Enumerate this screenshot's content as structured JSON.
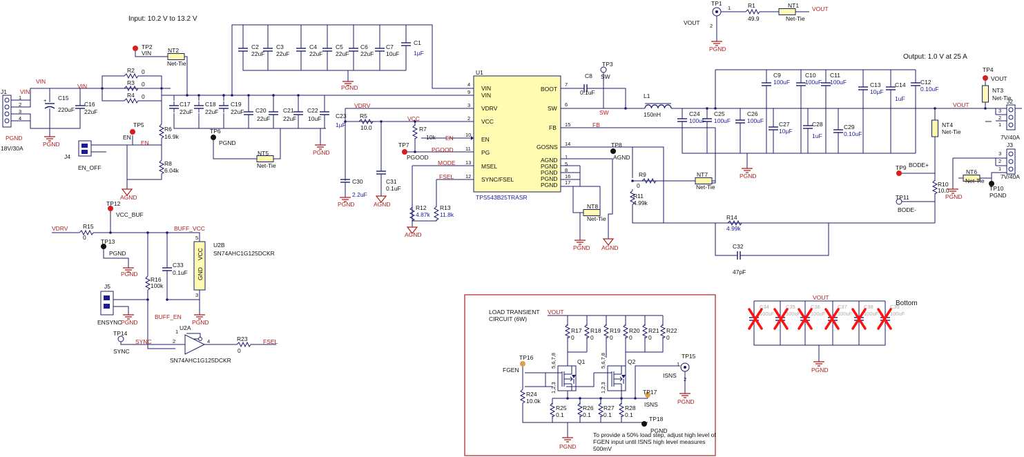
{
  "header": {
    "input_note": "Input:  10.2 V to 13.2 V",
    "output_note": "Output: 1.0 V at 25 A",
    "bottom_label": "Bottom"
  },
  "ic": {
    "ref": "U1",
    "part": "TPS543B25TRASR",
    "left_pins": [
      {
        "num": "4",
        "name": "VIN"
      },
      {
        "num": "9",
        "name": "VIN"
      },
      {
        "num": "3",
        "name": "VDRV"
      },
      {
        "num": "2",
        "name": "VCC"
      },
      {
        "num": "10",
        "name": "EN"
      },
      {
        "num": "11",
        "name": "PG"
      },
      {
        "num": "13",
        "name": "MSEL"
      },
      {
        "num": "12",
        "name": "SYNC/FSEL"
      }
    ],
    "right_pins": [
      {
        "num": "7",
        "name": "BOOT"
      },
      {
        "num": "6",
        "name": "SW"
      },
      {
        "num": "15",
        "name": "FB"
      },
      {
        "num": "14",
        "name": "GOSNS"
      },
      {
        "num": "1",
        "name": "AGND"
      },
      {
        "num": "5",
        "name": "PGND"
      },
      {
        "num": "8",
        "name": "PGND"
      },
      {
        "num": "16",
        "name": "PGND"
      },
      {
        "num": "17",
        "name": "PGND"
      }
    ]
  },
  "nets": {
    "vin": "VIN",
    "vdrv": "VDRV",
    "vcc": "VCC",
    "en": "EN",
    "pgood": "PGOOD",
    "mode": "MODE",
    "fsel": "FSEL",
    "sw": "SW",
    "fb": "FB",
    "vout": "VOUT",
    "buff_vcc": "BUFF_VCC",
    "buff_en": "BUFF_EN",
    "sync": "SYNC",
    "pgnd": "PGND",
    "agnd": "AGND"
  },
  "connectors": {
    "j1": {
      "ref": "J1",
      "net": "VIN",
      "pins": [
        "1",
        "2",
        "3",
        "4"
      ],
      "gnd": "PGND",
      "rating": "18V/30A"
    },
    "j2": {
      "ref": "J2",
      "pins": [
        "3",
        "2",
        "1"
      ],
      "rating": "7V/40A"
    },
    "j3": {
      "ref": "J3",
      "pins": [
        "3",
        "2",
        "1"
      ],
      "rating": "7V/40A"
    },
    "j4": {
      "ref": "J4",
      "label": "EN_OFF"
    },
    "j5": {
      "ref": "J5",
      "label": "ENSYNC"
    }
  },
  "test_points": {
    "tp1": {
      "ref": "TP1",
      "label": "VOUT"
    },
    "tp2": {
      "ref": "TP2",
      "label": "VIN"
    },
    "tp3": {
      "ref": "TP3",
      "label": "SW"
    },
    "tp4": {
      "ref": "TP4",
      "label": "VOUT"
    },
    "tp5": {
      "ref": "TP5",
      "label": "EN"
    },
    "tp6": {
      "ref": "TP6",
      "label": "PGND"
    },
    "tp7": {
      "ref": "TP7",
      "label": "PGOOD"
    },
    "tp8": {
      "ref": "TP8",
      "label": "AGND"
    },
    "tp9": {
      "ref": "TP9",
      "label": "BODE+"
    },
    "tp10": {
      "ref": "TP10",
      "label": "PGND"
    },
    "tp11": {
      "ref": "TP11",
      "label": "BODE-"
    },
    "tp12": {
      "ref": "TP12",
      "label": "VCC_BUF"
    },
    "tp13": {
      "ref": "TP13",
      "label": "PGND"
    },
    "tp14": {
      "ref": "TP14",
      "label": "SYNC"
    },
    "tp15": {
      "ref": "TP15",
      "label": "ISNS"
    },
    "tp16": {
      "ref": "TP16",
      "label": "FGEN"
    },
    "tp17": {
      "ref": "TP17",
      "label": "ISNS"
    },
    "tp18": {
      "ref": "TP18",
      "label": "PGND"
    }
  },
  "net_ties": {
    "nt1": "NT1",
    "nt2": "NT2",
    "nt3": "NT3",
    "nt4": "NT4",
    "nt5": "NT5",
    "nt6": "NT6",
    "nt7": "NT7",
    "nt8": "NT8",
    "label": "Net-Tie"
  },
  "resistors": {
    "r1": {
      "ref": "R1",
      "val": "49.9"
    },
    "r2": {
      "ref": "R2",
      "val": "0"
    },
    "r3": {
      "ref": "R3",
      "val": "0"
    },
    "r4": {
      "ref": "R4",
      "val": "0"
    },
    "r5": {
      "ref": "R5",
      "val": "10.0"
    },
    "r6": {
      "ref": "R6",
      "val": "16.9k"
    },
    "r7": {
      "ref": "R7",
      "val": "10k"
    },
    "r8": {
      "ref": "R8",
      "val": "6.04k"
    },
    "r9": {
      "ref": "R9",
      "val": "0"
    },
    "r10": {
      "ref": "R10",
      "val": "10.0"
    },
    "r11": {
      "ref": "R11",
      "val": "4.99k"
    },
    "r12": {
      "ref": "R12",
      "val": "4.87k"
    },
    "r13": {
      "ref": "R13",
      "val": "11.8k"
    },
    "r14": {
      "ref": "R14",
      "val": "4.99k"
    },
    "r15": {
      "ref": "R15",
      "val": "0"
    },
    "r16": {
      "ref": "R16",
      "val": "100k"
    },
    "r23": {
      "ref": "R23",
      "val": "0"
    },
    "r24": {
      "ref": "R24",
      "val": "10.0k"
    }
  },
  "capacitors": {
    "c1": {
      "ref": "C1",
      "val": "1µF"
    },
    "c2": {
      "ref": "C2",
      "val": "22uF"
    },
    "c3": {
      "ref": "C3",
      "val": "22uF"
    },
    "c4": {
      "ref": "C4",
      "val": "22uF"
    },
    "c5": {
      "ref": "C5",
      "val": "22uF"
    },
    "c6": {
      "ref": "C6",
      "val": "22uF"
    },
    "c7": {
      "ref": "C7",
      "val": "10uF"
    },
    "c8": {
      "ref": "C8",
      "val": "0.1uF"
    },
    "c9": {
      "ref": "C9",
      "val": "100uF"
    },
    "c10": {
      "ref": "C10",
      "val": "100uF"
    },
    "c11": {
      "ref": "C11",
      "val": "100uF"
    },
    "c12": {
      "ref": "C12",
      "val": "0.10uF"
    },
    "c13": {
      "ref": "C13",
      "val": "10µF"
    },
    "c14": {
      "ref": "C14",
      "val": "1uF"
    },
    "c15": {
      "ref": "C15",
      "val": "220uF"
    },
    "c16": {
      "ref": "C16",
      "val": "22uF"
    },
    "c17": {
      "ref": "C17",
      "val": "22uF"
    },
    "c18": {
      "ref": "C18",
      "val": "22uF"
    },
    "c19": {
      "ref": "C19",
      "val": "22uF"
    },
    "c20": {
      "ref": "C20",
      "val": "22uF"
    },
    "c21": {
      "ref": "C21",
      "val": "22uF"
    },
    "c22": {
      "ref": "C22",
      "val": "10uF"
    },
    "c23": {
      "ref": "C23",
      "val": "1µF"
    },
    "c24": {
      "ref": "C24",
      "val": "100uF"
    },
    "c25": {
      "ref": "C25",
      "val": "100uF"
    },
    "c26": {
      "ref": "C26",
      "val": "100uF"
    },
    "c27": {
      "ref": "C27",
      "val": "10µF"
    },
    "c28": {
      "ref": "C28",
      "val": "1uF"
    },
    "c29": {
      "ref": "C29",
      "val": "0.10uF"
    },
    "c30": {
      "ref": "C30",
      "val": "2.2uF"
    },
    "c31": {
      "ref": "C31",
      "val": "0.1uF"
    },
    "c32": {
      "ref": "C32",
      "val": "47pF"
    },
    "c33": {
      "ref": "C33",
      "val": "0.1uF"
    }
  },
  "inductor": {
    "ref": "L1",
    "val": "150nH"
  },
  "buffer": {
    "u2b_ref": "U2B",
    "u2b_part": "SN74AHC1G125DCKR",
    "u2a_ref": "U2A",
    "u2a_part": "SN74AHC1G125DCKR",
    "vcc_label": "VCC",
    "gnd_label": "GND",
    "pin_vcc": "5",
    "pin_gnd": "3",
    "pin_oe": "1",
    "pin_in": "2",
    "pin_out": "4"
  },
  "load_transient": {
    "title_line1": "LOAD TRANSIENT",
    "title_line2": "CIRCUIT (6W)",
    "vout": "VOUT",
    "top_resistors": [
      {
        "ref": "R17",
        "val": "0"
      },
      {
        "ref": "R18",
        "val": "0"
      },
      {
        "ref": "R19",
        "val": "0"
      },
      {
        "ref": "R20",
        "val": "0"
      },
      {
        "ref": "R21",
        "val": "0"
      },
      {
        "ref": "R22",
        "val": "0"
      }
    ],
    "bottom_resistors": [
      {
        "ref": "R25",
        "val": "0.1"
      },
      {
        "ref": "R26",
        "val": "0.1"
      },
      {
        "ref": "R27",
        "val": "0.1"
      },
      {
        "ref": "R28",
        "val": "0.1"
      }
    ],
    "q1": "Q1",
    "q2": "Q2",
    "fet_pins": "5,6,7,8",
    "fet_pins_src": "1,2,3",
    "note_line1": "To provide a 50% load step, adjust high level of",
    "note_line2": "FGEN input until ISNS high level measures",
    "note_line3": "500mV"
  },
  "unpopulated_caps": [
    {
      "ref": "C34",
      "val": "100uF"
    },
    {
      "ref": "C35",
      "val": "100uF"
    },
    {
      "ref": "C36",
      "val": "100uF"
    },
    {
      "ref": "C37",
      "val": "100uF"
    },
    {
      "ref": "C38",
      "val": "100uF"
    },
    {
      "ref": "C39",
      "val": "100uF"
    }
  ],
  "colors": {
    "wire": "#1b1b6e",
    "net_label": "#b21e1e",
    "value_blue": "#1b1b9a",
    "ic_fill": "#fffbb0",
    "dnp_cross": "#ff1111",
    "panel_border": "#b21e1e"
  }
}
